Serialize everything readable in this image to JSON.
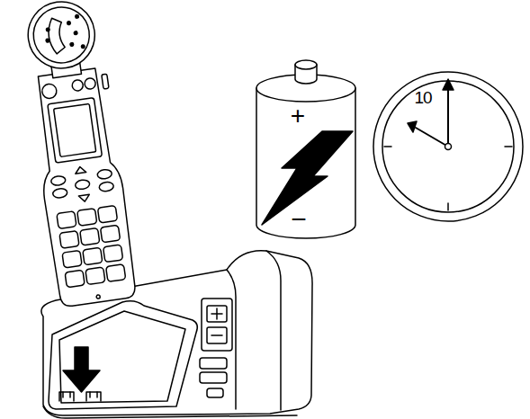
{
  "diagram": {
    "labels": [
      "+",
      "−",
      "10"
    ]
  }
}
